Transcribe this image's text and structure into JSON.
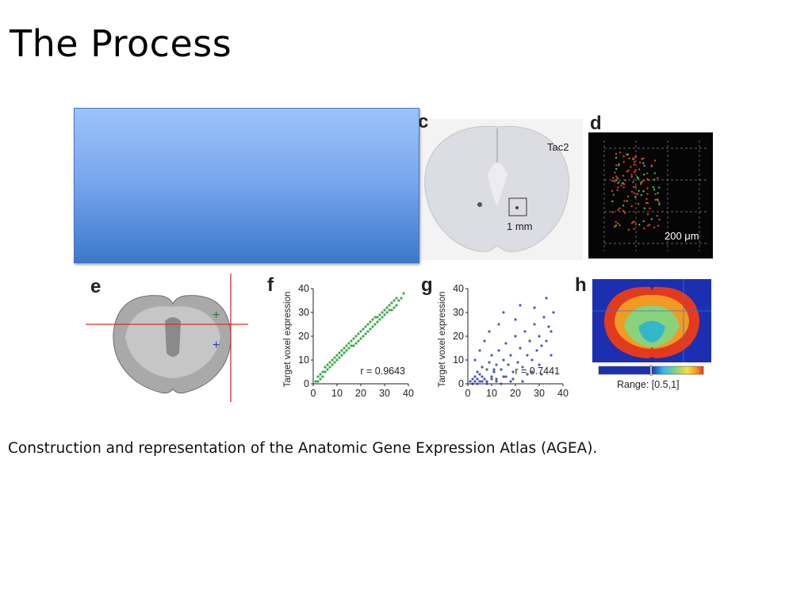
{
  "slide": {
    "title": "The Process",
    "caption": "Construction and representation of the Anatomic Gene Expression Atlas (AGEA)."
  },
  "panels": {
    "c": {
      "letter": "c",
      "gene_label": "Tac2",
      "scale_label": "1 mm"
    },
    "d": {
      "letter": "d",
      "scale_label": "200 μm"
    },
    "e": {
      "letter": "e"
    },
    "h": {
      "letter": "h",
      "range_label": "Range: [0.5,1]"
    }
  },
  "colors": {
    "placeholder_top": "#9cc2fb",
    "placeholder_bottom": "#3d78cc",
    "scatter_f": "#1f9a2e",
    "scatter_g": "#2e3fa0",
    "crosshair": "#d0312d"
  },
  "chart_data": [
    {
      "type": "scatter",
      "panel": "f",
      "ylabel": "Target voxel expression",
      "xlabel": "",
      "xlim": [
        0,
        40
      ],
      "ylim": [
        0,
        40
      ],
      "xticks": [
        0,
        10,
        20,
        30,
        40
      ],
      "yticks": [
        0,
        10,
        20,
        30,
        40
      ],
      "annotation": "r = 0.9643",
      "color": "#1f9a2e",
      "x": [
        1,
        2,
        2,
        3,
        3,
        4,
        4,
        5,
        5,
        6,
        6,
        7,
        7,
        8,
        8,
        9,
        9,
        10,
        10,
        11,
        11,
        12,
        12,
        13,
        13,
        14,
        14,
        15,
        15,
        16,
        16,
        17,
        17,
        18,
        18,
        19,
        19,
        20,
        20,
        21,
        21,
        22,
        22,
        23,
        23,
        24,
        24,
        25,
        25,
        26,
        26,
        27,
        27,
        28,
        28,
        29,
        29,
        30,
        30,
        31,
        31,
        32,
        32,
        33,
        33,
        34,
        34,
        35,
        35,
        36,
        37,
        38
      ],
      "y": [
        1,
        1,
        3,
        2,
        4,
        3,
        5,
        5,
        7,
        6,
        8,
        7,
        9,
        8,
        10,
        9,
        11,
        10,
        12,
        11,
        13,
        12,
        14,
        13,
        15,
        14,
        16,
        15,
        17,
        16,
        18,
        16,
        19,
        17,
        20,
        18,
        21,
        19,
        22,
        20,
        23,
        21,
        24,
        22,
        25,
        23,
        26,
        24,
        27,
        25,
        28,
        26,
        28,
        27,
        29,
        28,
        30,
        29,
        31,
        30,
        32,
        31,
        33,
        31,
        34,
        32,
        35,
        33,
        36,
        35,
        36,
        38
      ]
    },
    {
      "type": "scatter",
      "panel": "g",
      "ylabel": "Target voxel expression",
      "xlabel": "",
      "xlim": [
        0,
        40
      ],
      "ylim": [
        0,
        40
      ],
      "xticks": [
        0,
        10,
        20,
        30,
        40
      ],
      "yticks": [
        0,
        10,
        20,
        30,
        40
      ],
      "annotation": "r = 0.7441",
      "color": "#2e3fa0",
      "x": [
        1,
        2,
        2,
        3,
        3,
        4,
        4,
        5,
        5,
        6,
        6,
        7,
        8,
        8,
        9,
        10,
        10,
        11,
        12,
        12,
        13,
        14,
        15,
        15,
        16,
        17,
        18,
        19,
        20,
        21,
        22,
        23,
        24,
        25,
        26,
        27,
        28,
        29,
        30,
        31,
        32,
        33,
        34,
        35,
        36,
        3,
        5,
        7,
        9,
        11,
        13,
        15,
        18,
        20,
        22,
        25,
        28,
        30,
        33,
        35,
        2,
        4,
        6,
        8,
        10,
        12,
        14,
        16,
        19,
        23,
        27,
        31
      ],
      "y": [
        1,
        2,
        0,
        3,
        1,
        2,
        5,
        1,
        4,
        3,
        7,
        2,
        6,
        1,
        9,
        3,
        12,
        5,
        8,
        2,
        14,
        6,
        10,
        3,
        17,
        8,
        12,
        5,
        20,
        9,
        15,
        7,
        22,
        12,
        18,
        10,
        25,
        14,
        20,
        16,
        28,
        18,
        24,
        22,
        30,
        10,
        14,
        18,
        22,
        6,
        25,
        30,
        1,
        27,
        33,
        4,
        32,
        8,
        36,
        12,
        0,
        0,
        1,
        0,
        2,
        1,
        0,
        3,
        2,
        1,
        5,
        4
      ]
    }
  ]
}
